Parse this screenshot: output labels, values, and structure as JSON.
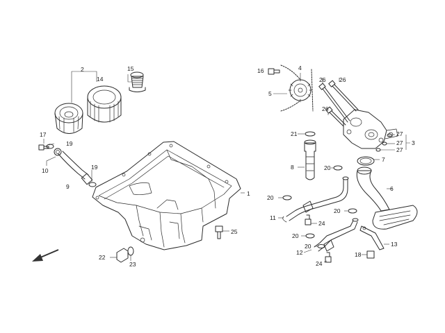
{
  "diagram": {
    "callouts": [
      {
        "id": "c2",
        "text": "2"
      },
      {
        "id": "c14",
        "text": "14"
      },
      {
        "id": "c15",
        "text": "15"
      },
      {
        "id": "c17",
        "text": "17"
      },
      {
        "id": "c19a",
        "text": "19"
      },
      {
        "id": "c10",
        "text": "10"
      },
      {
        "id": "c19b",
        "text": "19"
      },
      {
        "id": "c9",
        "text": "9"
      },
      {
        "id": "c1",
        "text": "1"
      },
      {
        "id": "c25",
        "text": "25"
      },
      {
        "id": "c22",
        "text": "22"
      },
      {
        "id": "c23",
        "text": "23"
      },
      {
        "id": "c16",
        "text": "16"
      },
      {
        "id": "c4",
        "text": "4"
      },
      {
        "id": "c5",
        "text": "5"
      },
      {
        "id": "c26a",
        "text": "26"
      },
      {
        "id": "c26b",
        "text": "26"
      },
      {
        "id": "c26c",
        "text": "26"
      },
      {
        "id": "c21",
        "text": "21"
      },
      {
        "id": "c27a",
        "text": "27"
      },
      {
        "id": "c27b",
        "text": "27"
      },
      {
        "id": "c3",
        "text": "3"
      },
      {
        "id": "c27c",
        "text": "27"
      },
      {
        "id": "c8",
        "text": "8"
      },
      {
        "id": "c20a",
        "text": "20"
      },
      {
        "id": "c7",
        "text": "7"
      },
      {
        "id": "c20b",
        "text": "20"
      },
      {
        "id": "c6",
        "text": "6"
      },
      {
        "id": "c11",
        "text": "11"
      },
      {
        "id": "c24a",
        "text": "24"
      },
      {
        "id": "c20c",
        "text": "20"
      },
      {
        "id": "c20d",
        "text": "20"
      },
      {
        "id": "c13",
        "text": "13"
      },
      {
        "id": "c20e",
        "text": "20"
      },
      {
        "id": "c12",
        "text": "12"
      },
      {
        "id": "c24b",
        "text": "24"
      },
      {
        "id": "c18",
        "text": "18"
      }
    ]
  }
}
